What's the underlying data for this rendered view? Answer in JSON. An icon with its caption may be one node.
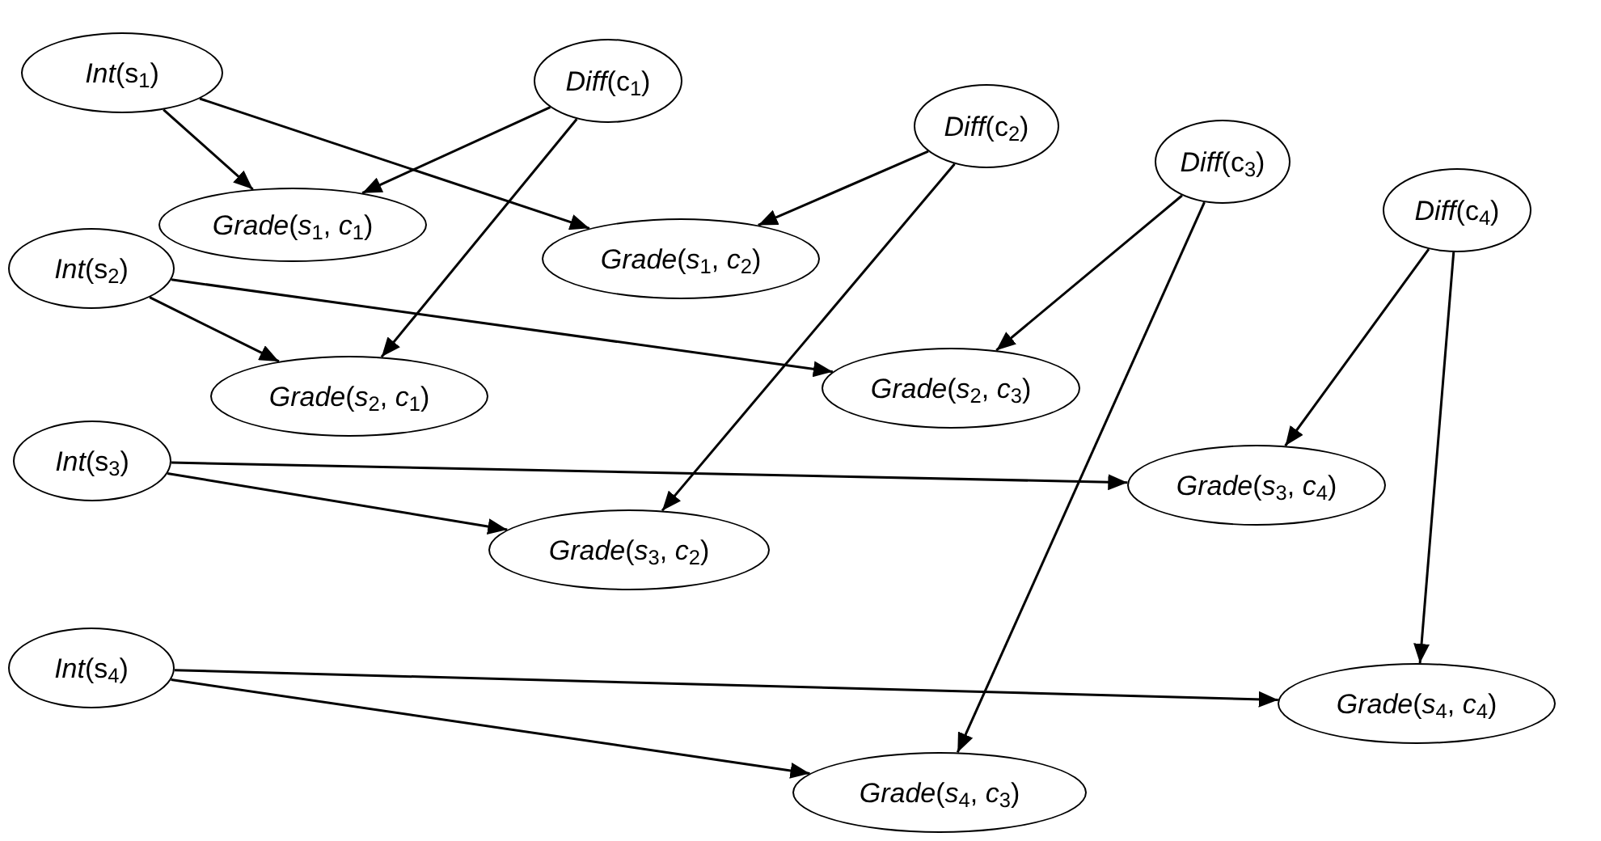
{
  "diagram": {
    "nodes": [
      {
        "text": [
          "*Int*(s$_{1}$)"
        ]
      },
      {
        "text": [
          "*Diff*(c$_{1}$)"
        ]
      },
      {
        "text": [
          "*Grade*(*s*$_{1}$, *c*$_{1}$)"
        ]
      },
      {
        "text": [
          "*Diff*(c$_{2}$)"
        ]
      },
      {
        "text": [
          "*Grade*(*s*$_{1}$, *c*$_{2}$)"
        ]
      },
      {
        "text": [
          "*Diff*(c$_{3}$)"
        ]
      },
      {
        "text": [
          "*Int*(s$_{2}$)"
        ]
      },
      {
        "text": [
          "*Diff*(c$_{4}$)"
        ]
      },
      {
        "text": [
          "*Grade*(*s*$_{2}$, *c*$_{1}$)"
        ]
      },
      {
        "text": [
          "*Grade*(*s*$_{2}$, *c*$_{3}$)"
        ]
      },
      {
        "text": [
          "*Int*(s$_{3}$)"
        ]
      },
      {
        "text": [
          "*Grade*(*s*$_{3}$, *c*$_{4}$)"
        ]
      },
      {
        "text": [
          "*Grade*(*s*$_{3}$, *c*$_{2}$)"
        ]
      },
      {
        "text": [
          "*Int*(s$_{4}$)"
        ]
      },
      {
        "text": [
          "*Grade*(*s*$_{4}$, *c*$_{4}$)"
        ]
      },
      {
        "text": [
          "*Grade*(*s*$_{4}$, *c*$_{3}$)"
        ]
      }
    ],
    "edges": [
      {
        "from": 0,
        "to": 2,
        "arrow": "to"
      },
      {
        "from": 0,
        "to": 4,
        "arrow": "to"
      },
      {
        "from": 1,
        "to": 2,
        "arrow": "to"
      },
      {
        "from": 1,
        "to": 8,
        "arrow": "to"
      },
      {
        "from": 3,
        "to": 4,
        "arrow": "to"
      },
      {
        "from": 3,
        "to": 12,
        "arrow": "to"
      },
      {
        "from": 5,
        "to": 9,
        "arrow": "to"
      },
      {
        "from": 5,
        "to": 15,
        "arrow": "to"
      },
      {
        "from": 6,
        "to": 8,
        "arrow": "to"
      },
      {
        "from": 6,
        "to": 9,
        "arrow": "to"
      },
      {
        "from": 7,
        "to": 11,
        "arrow": "to"
      },
      {
        "from": 7,
        "to": 14,
        "arrow": "to"
      },
      {
        "from": 10,
        "to": 11,
        "arrow": "to"
      },
      {
        "from": 10,
        "to": 12,
        "arrow": "to"
      },
      {
        "from": 13,
        "to": 14,
        "arrow": "to"
      },
      {
        "from": 13,
        "to": 15,
        "arrow": "to"
      }
    ]
  }
}
